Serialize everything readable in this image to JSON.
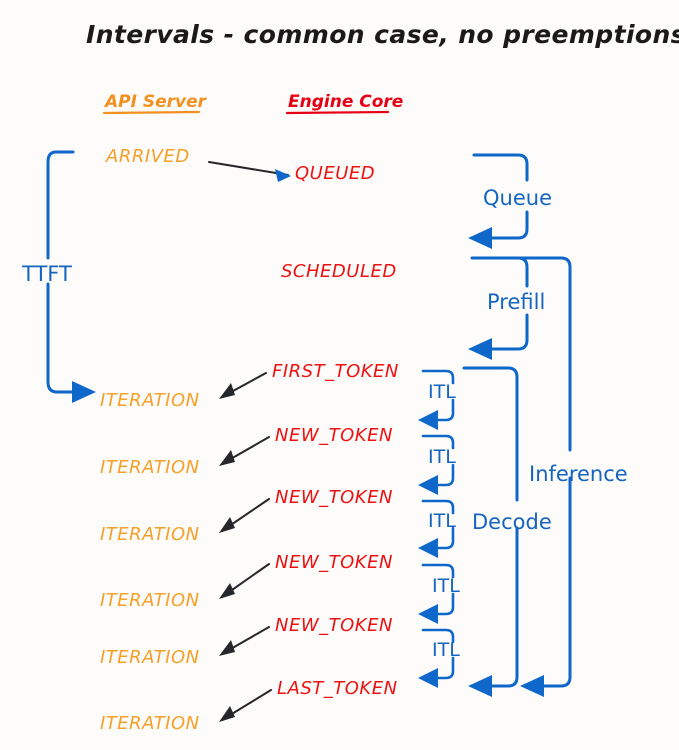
{
  "title": "Intervals - common case, no preemptions",
  "colors": {
    "background": "#fdfcfa",
    "api_server_orange": "#f6a02a",
    "engine_core_red": "#ee1111",
    "interval_blue": "#0f68c9",
    "arrow_black": "#26272b"
  },
  "columns": {
    "api_server": "API Server",
    "engine_core": "Engine Core"
  },
  "api_events": [
    {
      "label": "ARRIVED"
    },
    {
      "label": "ITERATION"
    },
    {
      "label": "ITERATION"
    },
    {
      "label": "ITERATION"
    },
    {
      "label": "ITERATION"
    },
    {
      "label": "ITERATION"
    },
    {
      "label": "ITERATION"
    }
  ],
  "engine_events": [
    {
      "label": "QUEUED"
    },
    {
      "label": "SCHEDULED"
    },
    {
      "label": "FIRST_TOKEN"
    },
    {
      "label": "NEW_TOKEN"
    },
    {
      "label": "NEW_TOKEN"
    },
    {
      "label": "NEW_TOKEN"
    },
    {
      "label": "NEW_TOKEN"
    },
    {
      "label": "LAST_TOKEN"
    }
  ],
  "intervals": {
    "ttft": "TTFT",
    "queue": "Queue",
    "prefill": "Prefill",
    "decode": "Decode",
    "inference": "Inference",
    "itl": "ITL",
    "itl_occurrences": 5
  }
}
